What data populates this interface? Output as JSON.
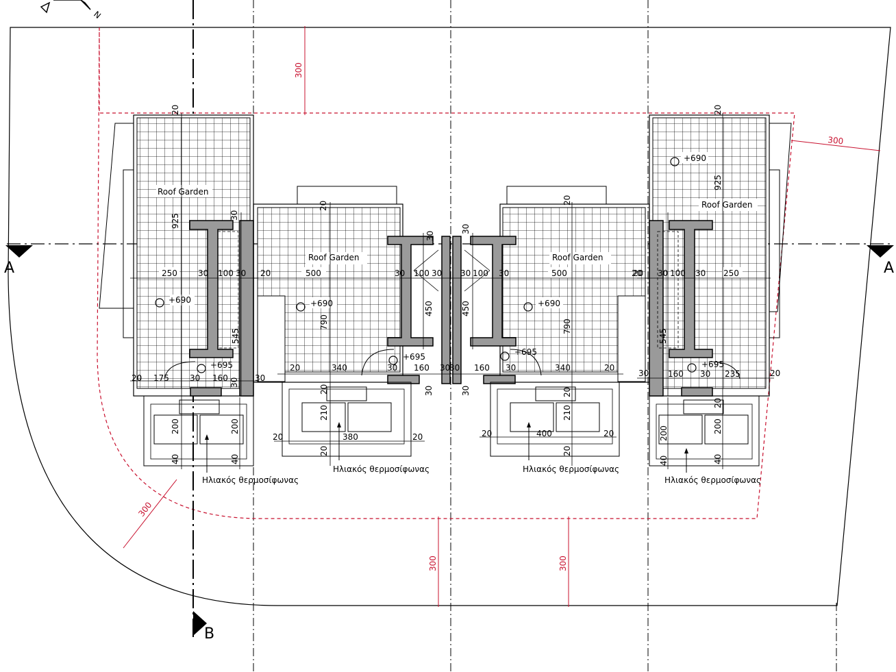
{
  "labels": {
    "roof_garden": "Roof Garden",
    "solar_heater": "Ηλιακός θερμοσίφωνας",
    "section_a": "A",
    "section_b": "B",
    "north": "N",
    "setback": "300"
  },
  "levels": {
    "roof": "+690",
    "stair": "+695"
  },
  "dims": {
    "u1": {
      "depth": "925",
      "w250": "250",
      "w30a": "30",
      "w100": "100",
      "w30b": "30",
      "w30c": "30",
      "w20": "20",
      "h545": "545",
      "b20": "20",
      "b175": "175",
      "b30": "30",
      "b160": "160",
      "b30b": "30",
      "b30c": "30",
      "t20": "20",
      "t30": "30",
      "p200a": "200",
      "p200b": "200",
      "p40a": "40",
      "p40b": "40"
    },
    "u2": {
      "w500": "500",
      "w20": "20",
      "h790": "790",
      "b20": "20",
      "b340": "340",
      "t20": "20",
      "p210": "210",
      "p380": "380",
      "p20a": "20",
      "p20b": "20",
      "p20c": "20",
      "s30a": "30",
      "s100": "100",
      "s30b": "30",
      "s30c": "30",
      "h450": "450",
      "b30": "30",
      "b160": "160",
      "b30b": "30",
      "b30c": "30"
    },
    "u3": {
      "w500": "500",
      "w20": "20",
      "h790": "790",
      "b340": "340",
      "b20": "20",
      "t20": "20",
      "p210": "210",
      "p400": "400",
      "p20a": "20",
      "p20b": "20",
      "p20c": "20",
      "s30a": "30",
      "s100": "100",
      "s30b": "30",
      "s30c": "30",
      "h450": "450",
      "b30": "30",
      "b160": "160",
      "b30b": "30",
      "b30c": "30"
    },
    "u4": {
      "depth": "925",
      "w250": "250",
      "w30a": "30",
      "w100": "100",
      "w30b": "30",
      "w20": "20",
      "h545": "545",
      "b30": "30",
      "b160": "160",
      "b30b": "30",
      "b235": "235",
      "b20": "20",
      "t20": "20",
      "p200a": "200",
      "p200b": "200",
      "p40a": "40",
      "p40b": "40"
    }
  }
}
